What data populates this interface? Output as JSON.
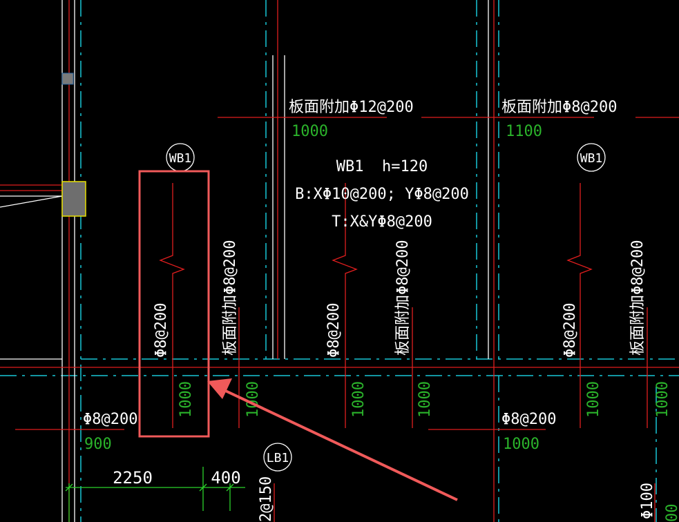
{
  "colors": {
    "background": "#000000",
    "rebar_line": "#e01e1e",
    "axis_line": "#18c8d8",
    "green_text": "#2bb32b",
    "white_text": "#ffffff",
    "highlight": "#f05a5a",
    "column_fill": "#7a7a7a",
    "column_border": "#e8e000"
  },
  "top_labels": {
    "left_top": "板面附加Φ12@200",
    "left_top_len": "1000",
    "right_top": "板面附加Φ8@200",
    "right_top_len": "1100"
  },
  "slab_tags": {
    "wb1_left": "WB1",
    "wb1_right": "WB1",
    "lb1": "LB1"
  },
  "slab_note": {
    "line1": "WB1  h=120",
    "line2": "B:XΦ10@200; YΦ8@200",
    "line3": "T:X&YΦ8@200"
  },
  "vertical_labels": {
    "v1": "Φ8@200",
    "v1_len": "1000",
    "v2": "板面附加Φ8@200",
    "v2_len": "1000",
    "v3": "Φ8@200",
    "v3_len": "1000",
    "v4": "板面附加Φ8@200",
    "v4_len": "1000",
    "v5": "Φ8@200",
    "v5_len": "1000",
    "v6": "板面附加Φ8@200",
    "v6_len": "1000"
  },
  "bottom_labels": {
    "left": "Φ8@200",
    "left_len": "900",
    "right": "Φ8@200",
    "right_len": "1000",
    "partial_left": "2@150",
    "partial_right": "Φ100",
    "partial_right2": "00"
  },
  "dimensions": {
    "d1": "2250",
    "d2": "400"
  }
}
